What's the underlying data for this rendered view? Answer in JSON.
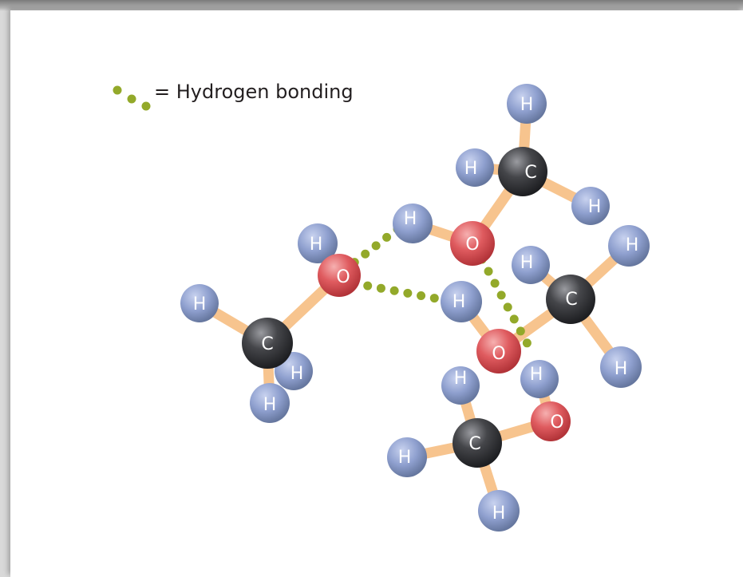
{
  "legend": {
    "text": "= Hydrogen bonding"
  },
  "atom_labels": {
    "H": "H",
    "C": "C",
    "O": "O"
  },
  "colors": {
    "hydrogen": "#8fa0cf",
    "carbon": "#3d3e42",
    "oxygen": "#df5b5f",
    "bond": "#f7c48e",
    "hydrogen_bond": "#93a92a"
  }
}
